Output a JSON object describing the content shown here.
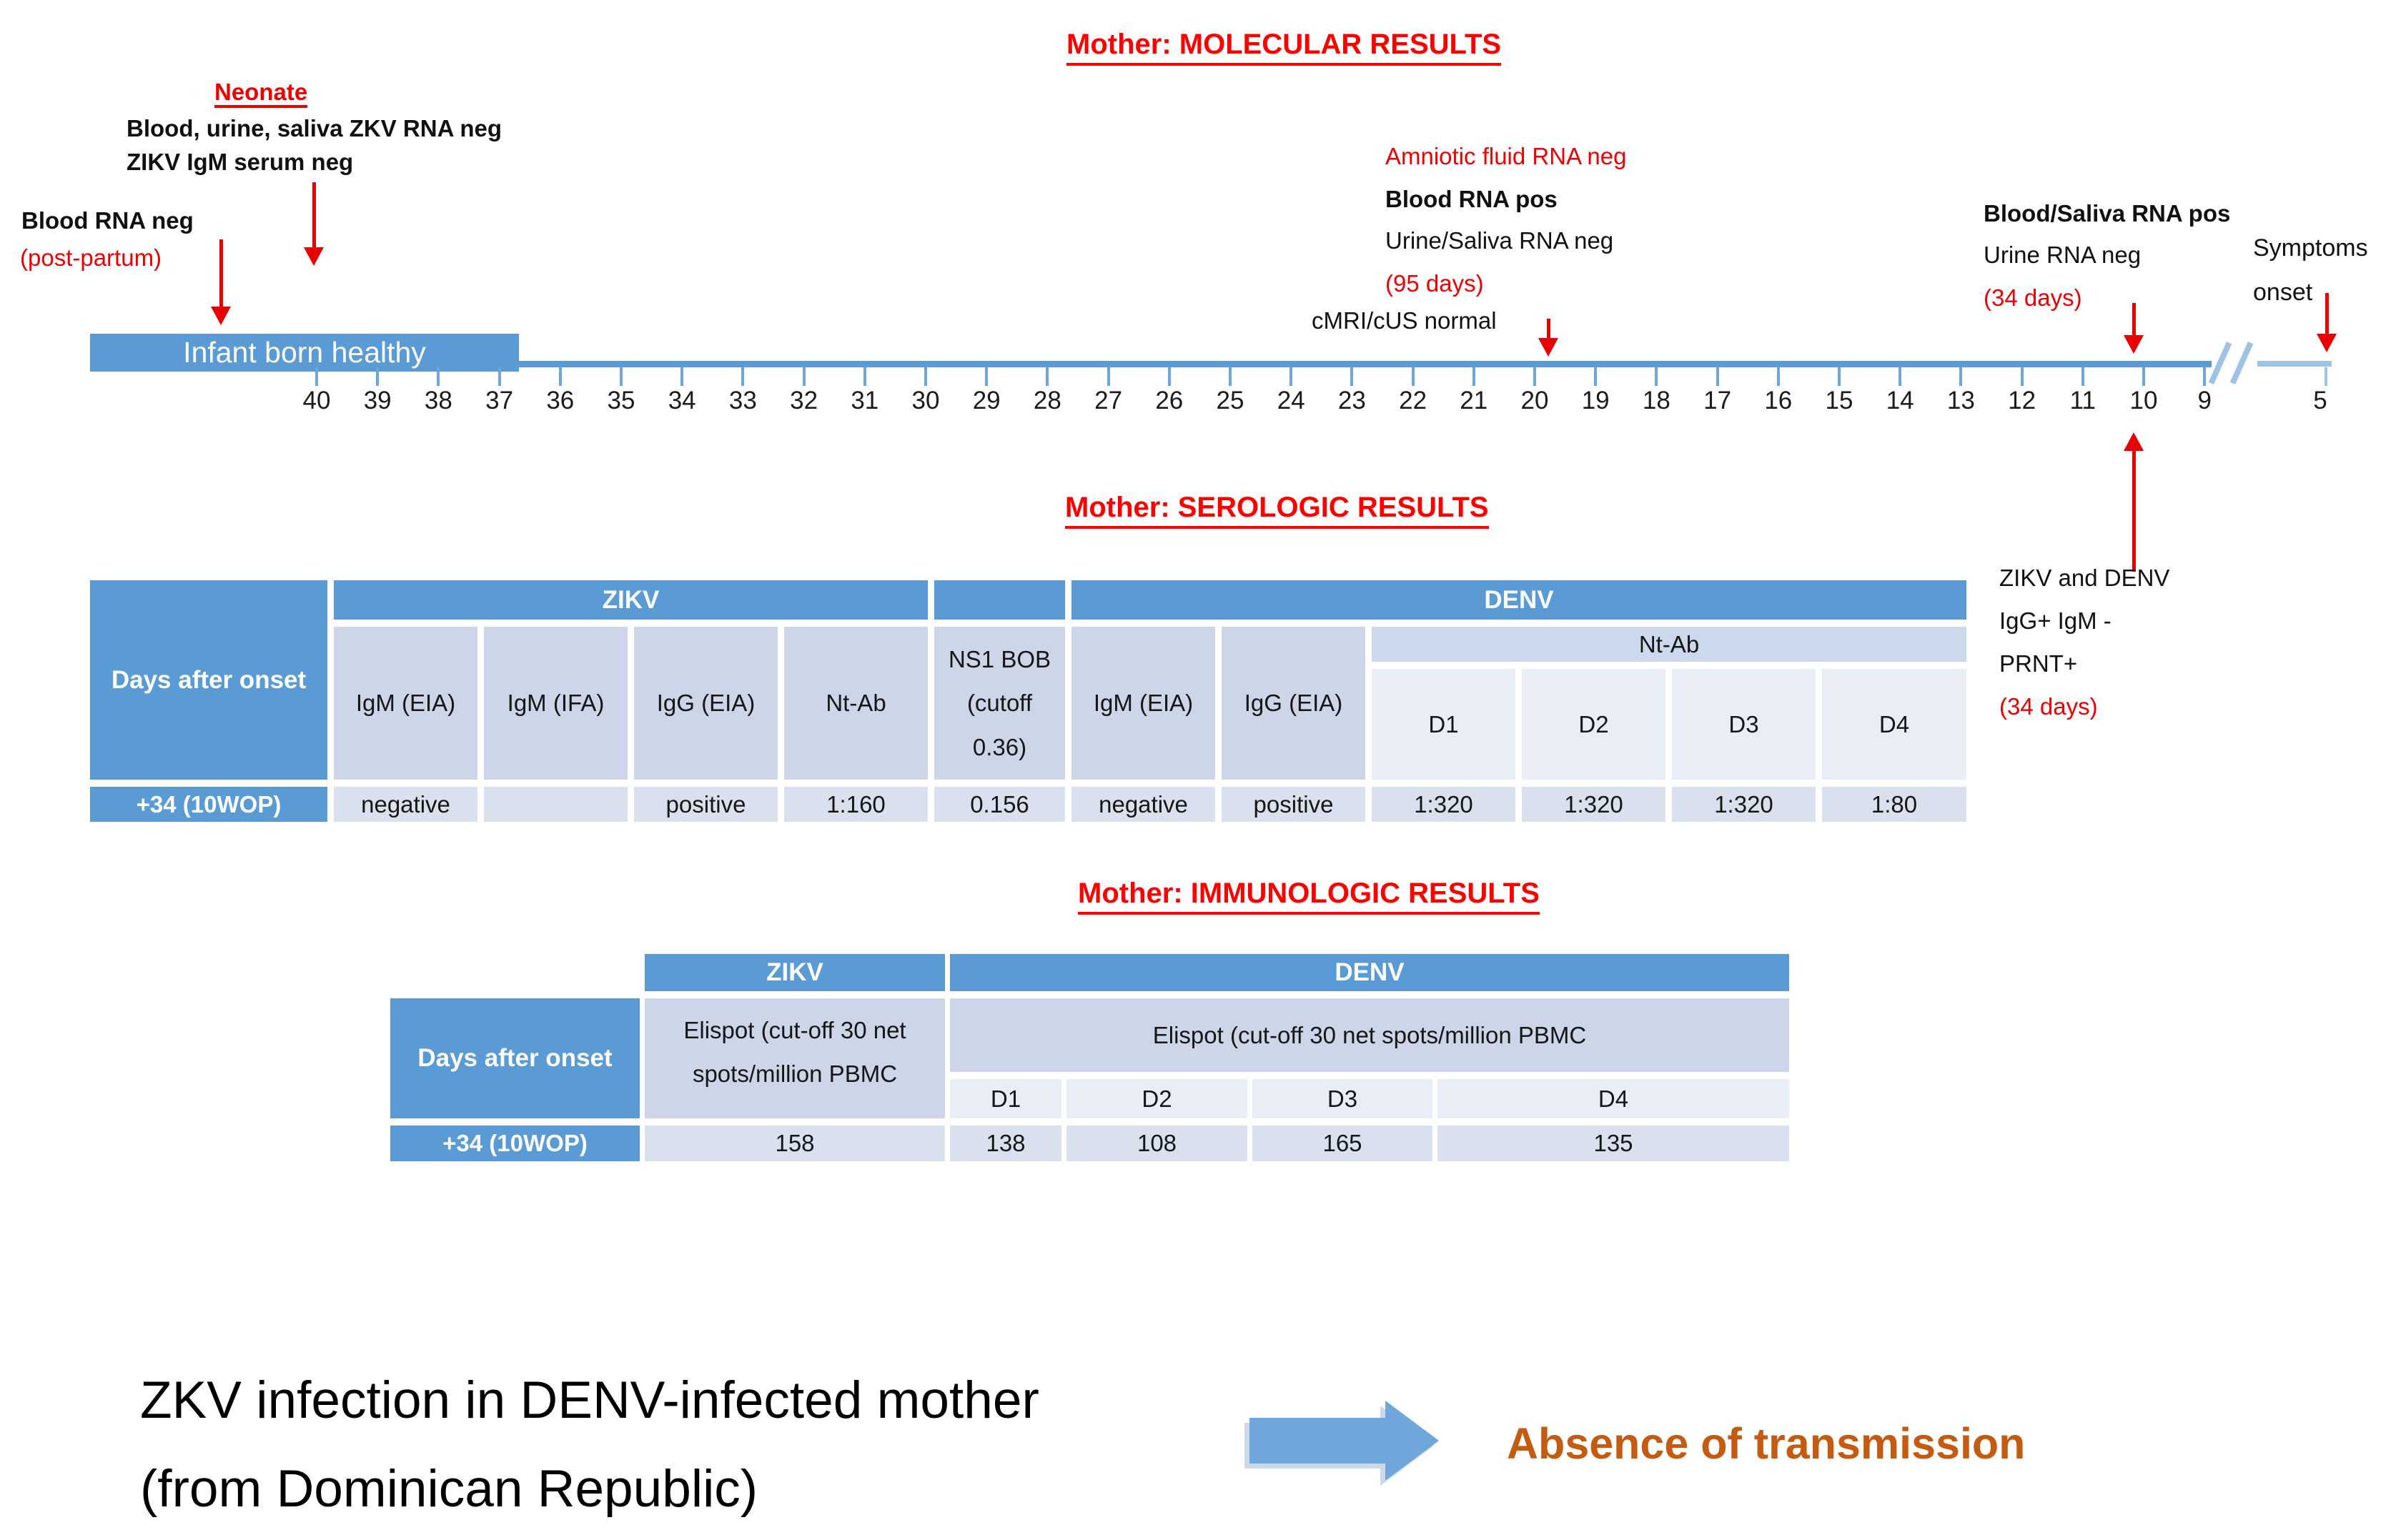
{
  "titles": {
    "molecular": "Mother: MOLECULAR RESULTS",
    "serologic": "Mother: SEROLOGIC RESULTS",
    "immunologic": "Mother: IMMUNOLOGIC RESULTS"
  },
  "timeline": {
    "bar_label": "Infant born healthy",
    "weeks": [
      "40",
      "39",
      "38",
      "37",
      "36",
      "35",
      "34",
      "33",
      "32",
      "31",
      "30",
      "29",
      "28",
      "27",
      "26",
      "25",
      "24",
      "23",
      "22",
      "21",
      "20",
      "19",
      "18",
      "17",
      "16",
      "15",
      "14",
      "13",
      "12",
      "11",
      "10",
      "9"
    ],
    "break_week": "5"
  },
  "annotations": {
    "neonate": {
      "title": "Neonate",
      "line1": "Blood, urine, saliva ZKV RNA neg",
      "line2": "ZIKV IgM serum neg"
    },
    "postpartum": {
      "line1": "Blood RNA neg",
      "line2": "(post-partum)"
    },
    "mid": {
      "amniotic": "Amniotic fluid RNA neg",
      "blood": "Blood RNA pos",
      "urine_saliva": "Urine/Saliva RNA neg",
      "days": "(95 days)",
      "cmri": "cMRI/cUS normal"
    },
    "late": {
      "blood_saliva": "Blood/Saliva RNA pos",
      "urine": "Urine RNA neg",
      "days": "(34 days)"
    },
    "symptoms": {
      "line1": "Symptoms",
      "line2": "onset"
    },
    "serology_note": {
      "line1": "ZIKV and DENV",
      "line2": "IgG+ IgM -",
      "line3": "PRNT+",
      "line4": "(34 days)"
    }
  },
  "serologic_table": {
    "corner": "Days after onset",
    "group_zikv": "ZIKV",
    "group_denv": "DENV",
    "ntab_group": "Nt-Ab",
    "columns": [
      "IgM (EIA)",
      "IgM (IFA)",
      "IgG (EIA)",
      "Nt-Ab",
      "NS1 BOB (cutoff 0.36)",
      "IgM (EIA)",
      "IgG (EIA)",
      "D1",
      "D2",
      "D3",
      "D4"
    ],
    "row_label": "+34 (10WOP)",
    "values": [
      "negative",
      "",
      "positive",
      "1:160",
      "0.156",
      "negative",
      "positive",
      "1:320",
      "1:320",
      "1:320",
      "1:80"
    ]
  },
  "immunologic_table": {
    "corner": "Days after onset",
    "group_zikv": "ZIKV",
    "group_denv": "DENV",
    "zikv_assay": "Elispot (cut-off 30 net spots/million PBMC",
    "denv_assay": "Elispot (cut-off 30 net spots/million PBMC",
    "denv_cols": [
      "D1",
      "D2",
      "D3",
      "D4"
    ],
    "row_label": "+34 (10WOP)",
    "zikv_value": "158",
    "denv_values": [
      "138",
      "108",
      "165",
      "135"
    ]
  },
  "footer": {
    "line1": "ZKV infection in DENV-infected mother",
    "line2": "(from Dominican Republic)",
    "conclusion": "Absence of transmission"
  },
  "colors": {
    "accent_blue": "#5b9bd5",
    "light_blue_line": "#9dc3e6",
    "subheader_cell": "#ccd6e8",
    "d_cell": "#e9edf6",
    "data_cell": "#d9e1ef",
    "annotation_red": "#ee0000",
    "conclusion_orange": "#c55a11"
  }
}
